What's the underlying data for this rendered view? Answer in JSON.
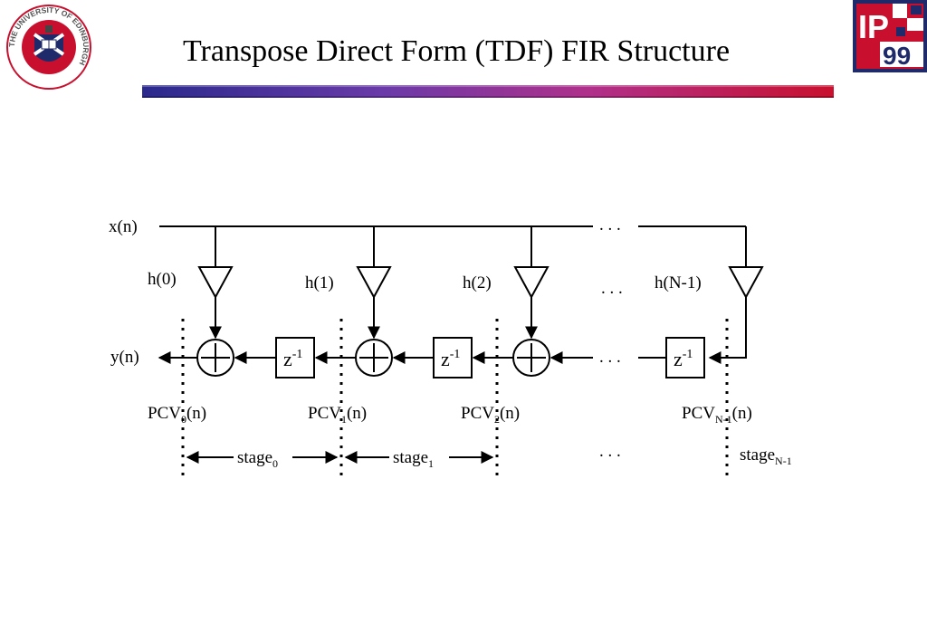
{
  "slide": {
    "title": "Transpose Direct Form (TDF) FIR Structure"
  },
  "logos": {
    "university_text": "THE UNIVERSITY OF EDINBURGH",
    "university_colors": [
      "#c8102e",
      "#1f2a6b",
      "#ffffff"
    ],
    "ip_text": "IP",
    "ip_year": "99",
    "ip_colors": [
      "#c8102e",
      "#1f2a6b",
      "#ffffff"
    ]
  },
  "diagram": {
    "input": "x(n)",
    "output": "y(n)",
    "coefficients": [
      "h(0)",
      "h(1)",
      "h(2)",
      "h(N-1)"
    ],
    "delay": {
      "base": "z",
      "exp": "-1"
    },
    "pcv": [
      {
        "base": "PCV",
        "sub": "0",
        "suffix": "(n)"
      },
      {
        "base": "PCV",
        "sub": "1",
        "suffix": "(n)"
      },
      {
        "base": "PCV",
        "sub": "2",
        "suffix": "(n)"
      },
      {
        "base": "PCV",
        "sub": "N-1",
        "suffix": "(n)"
      }
    ],
    "stages": [
      {
        "base": "stage",
        "sub": "0"
      },
      {
        "base": "stage",
        "sub": "1"
      },
      {
        "base": "stage",
        "sub": "N-1"
      }
    ],
    "ellipsis": ". . ."
  }
}
